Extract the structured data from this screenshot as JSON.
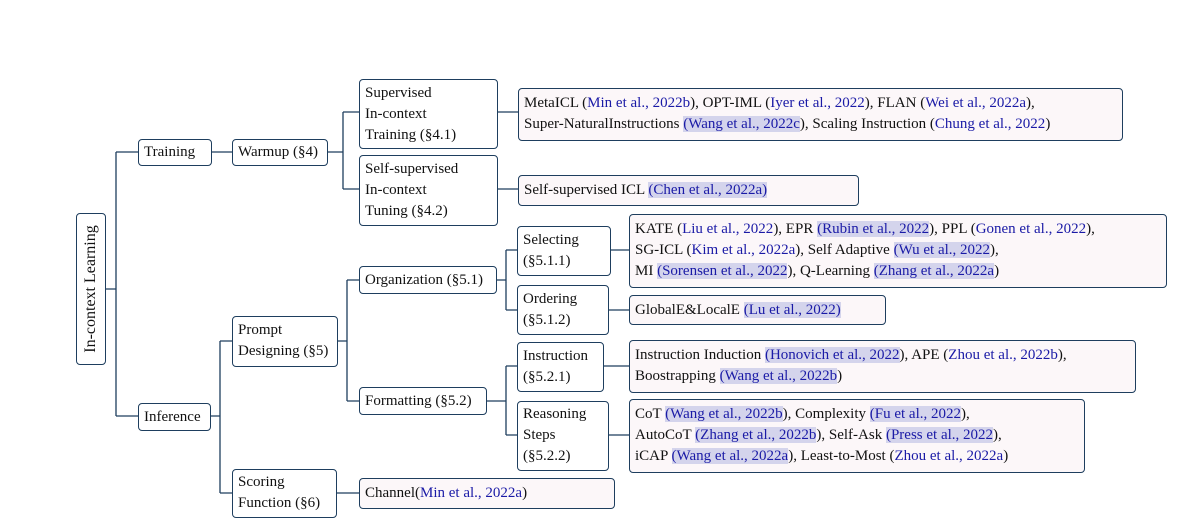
{
  "root": {
    "label": "In-context Learning"
  },
  "level1": {
    "training": "Training",
    "inference": "Inference"
  },
  "level2": {
    "warmup": "Warmup (§4)",
    "prompt_designing": [
      "Prompt",
      "Designing (§5)"
    ],
    "scoring_function": [
      "Scoring",
      "Function (§6)"
    ]
  },
  "level3": {
    "supervised": [
      "Supervised",
      "In-context",
      "Training (§4.1)"
    ],
    "self_supervised": [
      "Self-supervised",
      "In-context",
      "Tuning (§4.2)"
    ],
    "organization": "Organization (§5.1)",
    "formatting": "Formatting (§5.2)",
    "channel": {
      "text": "Channel ",
      "cite": "Min et al., 2022a",
      "open": "(",
      "close": ")"
    }
  },
  "level4": {
    "selecting": [
      "Selecting",
      "(§5.1.1)"
    ],
    "ordering": [
      "Ordering",
      "(§5.1.2)"
    ],
    "instruction": [
      "Instruction",
      "(§5.2.1)"
    ],
    "reasoning": [
      "Reasoning",
      "Steps",
      "(§5.2.2)"
    ]
  },
  "leaves": {
    "supervised_leaf": [
      [
        {
          "t": "MetaICL ("
        },
        {
          "t": "Min et al., 2022b",
          "c": "cite"
        },
        {
          "t": "), OPT-IML ("
        },
        {
          "t": "Iyer et al., 2022",
          "c": "cite"
        },
        {
          "t": "), FLAN ("
        },
        {
          "t": "Wei et al., 2022a",
          "c": "cite"
        },
        {
          "t": "),"
        }
      ],
      [
        {
          "t": "Super-NaturalInstructions "
        },
        {
          "t": "(Wang et al., 2022c",
          "c": "hl"
        },
        {
          "t": "), Scaling Instruction ("
        },
        {
          "t": "Chung et al., 2022",
          "c": "cite"
        },
        {
          "t": ")"
        }
      ]
    ],
    "self_supervised_leaf": [
      [
        {
          "t": "Self-supervised ICL  "
        },
        {
          "t": "(Chen et al., 2022a)",
          "c": "hl"
        }
      ]
    ],
    "selecting_leaf": [
      [
        {
          "t": "KATE ("
        },
        {
          "t": "Liu et al., 2022",
          "c": "cite"
        },
        {
          "t": "), EPR "
        },
        {
          "t": "(Rubin et al., 2022",
          "c": "hl"
        },
        {
          "t": "), PPL ("
        },
        {
          "t": "Gonen et al., 2022",
          "c": "cite"
        },
        {
          "t": "),"
        }
      ],
      [
        {
          "t": "SG-ICL ("
        },
        {
          "t": "Kim et al., 2022a",
          "c": "cite"
        },
        {
          "t": "), Self Adaptive "
        },
        {
          "t": "(Wu et al., 2022",
          "c": "hl"
        },
        {
          "t": "),"
        }
      ],
      [
        {
          "t": "MI "
        },
        {
          "t": "(Sorensen et al., 2022",
          "c": "hl"
        },
        {
          "t": "), Q-Learning "
        },
        {
          "t": "(Zhang et al., 2022a",
          "c": "hl"
        },
        {
          "t": ")"
        }
      ]
    ],
    "ordering_leaf": [
      [
        {
          "t": "GlobalE&LocalE "
        },
        {
          "t": "(Lu et al., 2022)",
          "c": "hl"
        }
      ]
    ],
    "instruction_leaf": [
      [
        {
          "t": "Instruction Induction "
        },
        {
          "t": "(Honovich et al., 2022",
          "c": "hl"
        },
        {
          "t": "), APE ("
        },
        {
          "t": "Zhou et al., 2022b",
          "c": "cite"
        },
        {
          "t": "),"
        }
      ],
      [
        {
          "t": "Boostrapping "
        },
        {
          "t": "(Wang et al., 2022b",
          "c": "hl"
        },
        {
          "t": ")"
        }
      ]
    ],
    "reasoning_leaf": [
      [
        {
          "t": "CoT "
        },
        {
          "t": "(Wang et al., 2022b",
          "c": "hl"
        },
        {
          "t": "), Complexity "
        },
        {
          "t": "(Fu et al., 2022",
          "c": "hl"
        },
        {
          "t": "),"
        }
      ],
      [
        {
          "t": "AutoCoT "
        },
        {
          "t": "(Zhang et al., 2022b",
          "c": "hl"
        },
        {
          "t": "), Self-Ask "
        },
        {
          "t": "(Press et al., 2022",
          "c": "hl"
        },
        {
          "t": "),"
        }
      ],
      [
        {
          "t": "iCAP "
        },
        {
          "t": "(Wang et al., 2022a",
          "c": "hl"
        },
        {
          "t": "), Least-to-Most ("
        },
        {
          "t": "Zhou et al., 2022a",
          "c": "cite"
        },
        {
          "t": ")"
        }
      ]
    ]
  },
  "colors": {
    "border": "#1e3e5e",
    "citation": "#1a1aa6",
    "citation_highlight": "#d4d4ec",
    "leaf_background": "#fcf7f9"
  }
}
